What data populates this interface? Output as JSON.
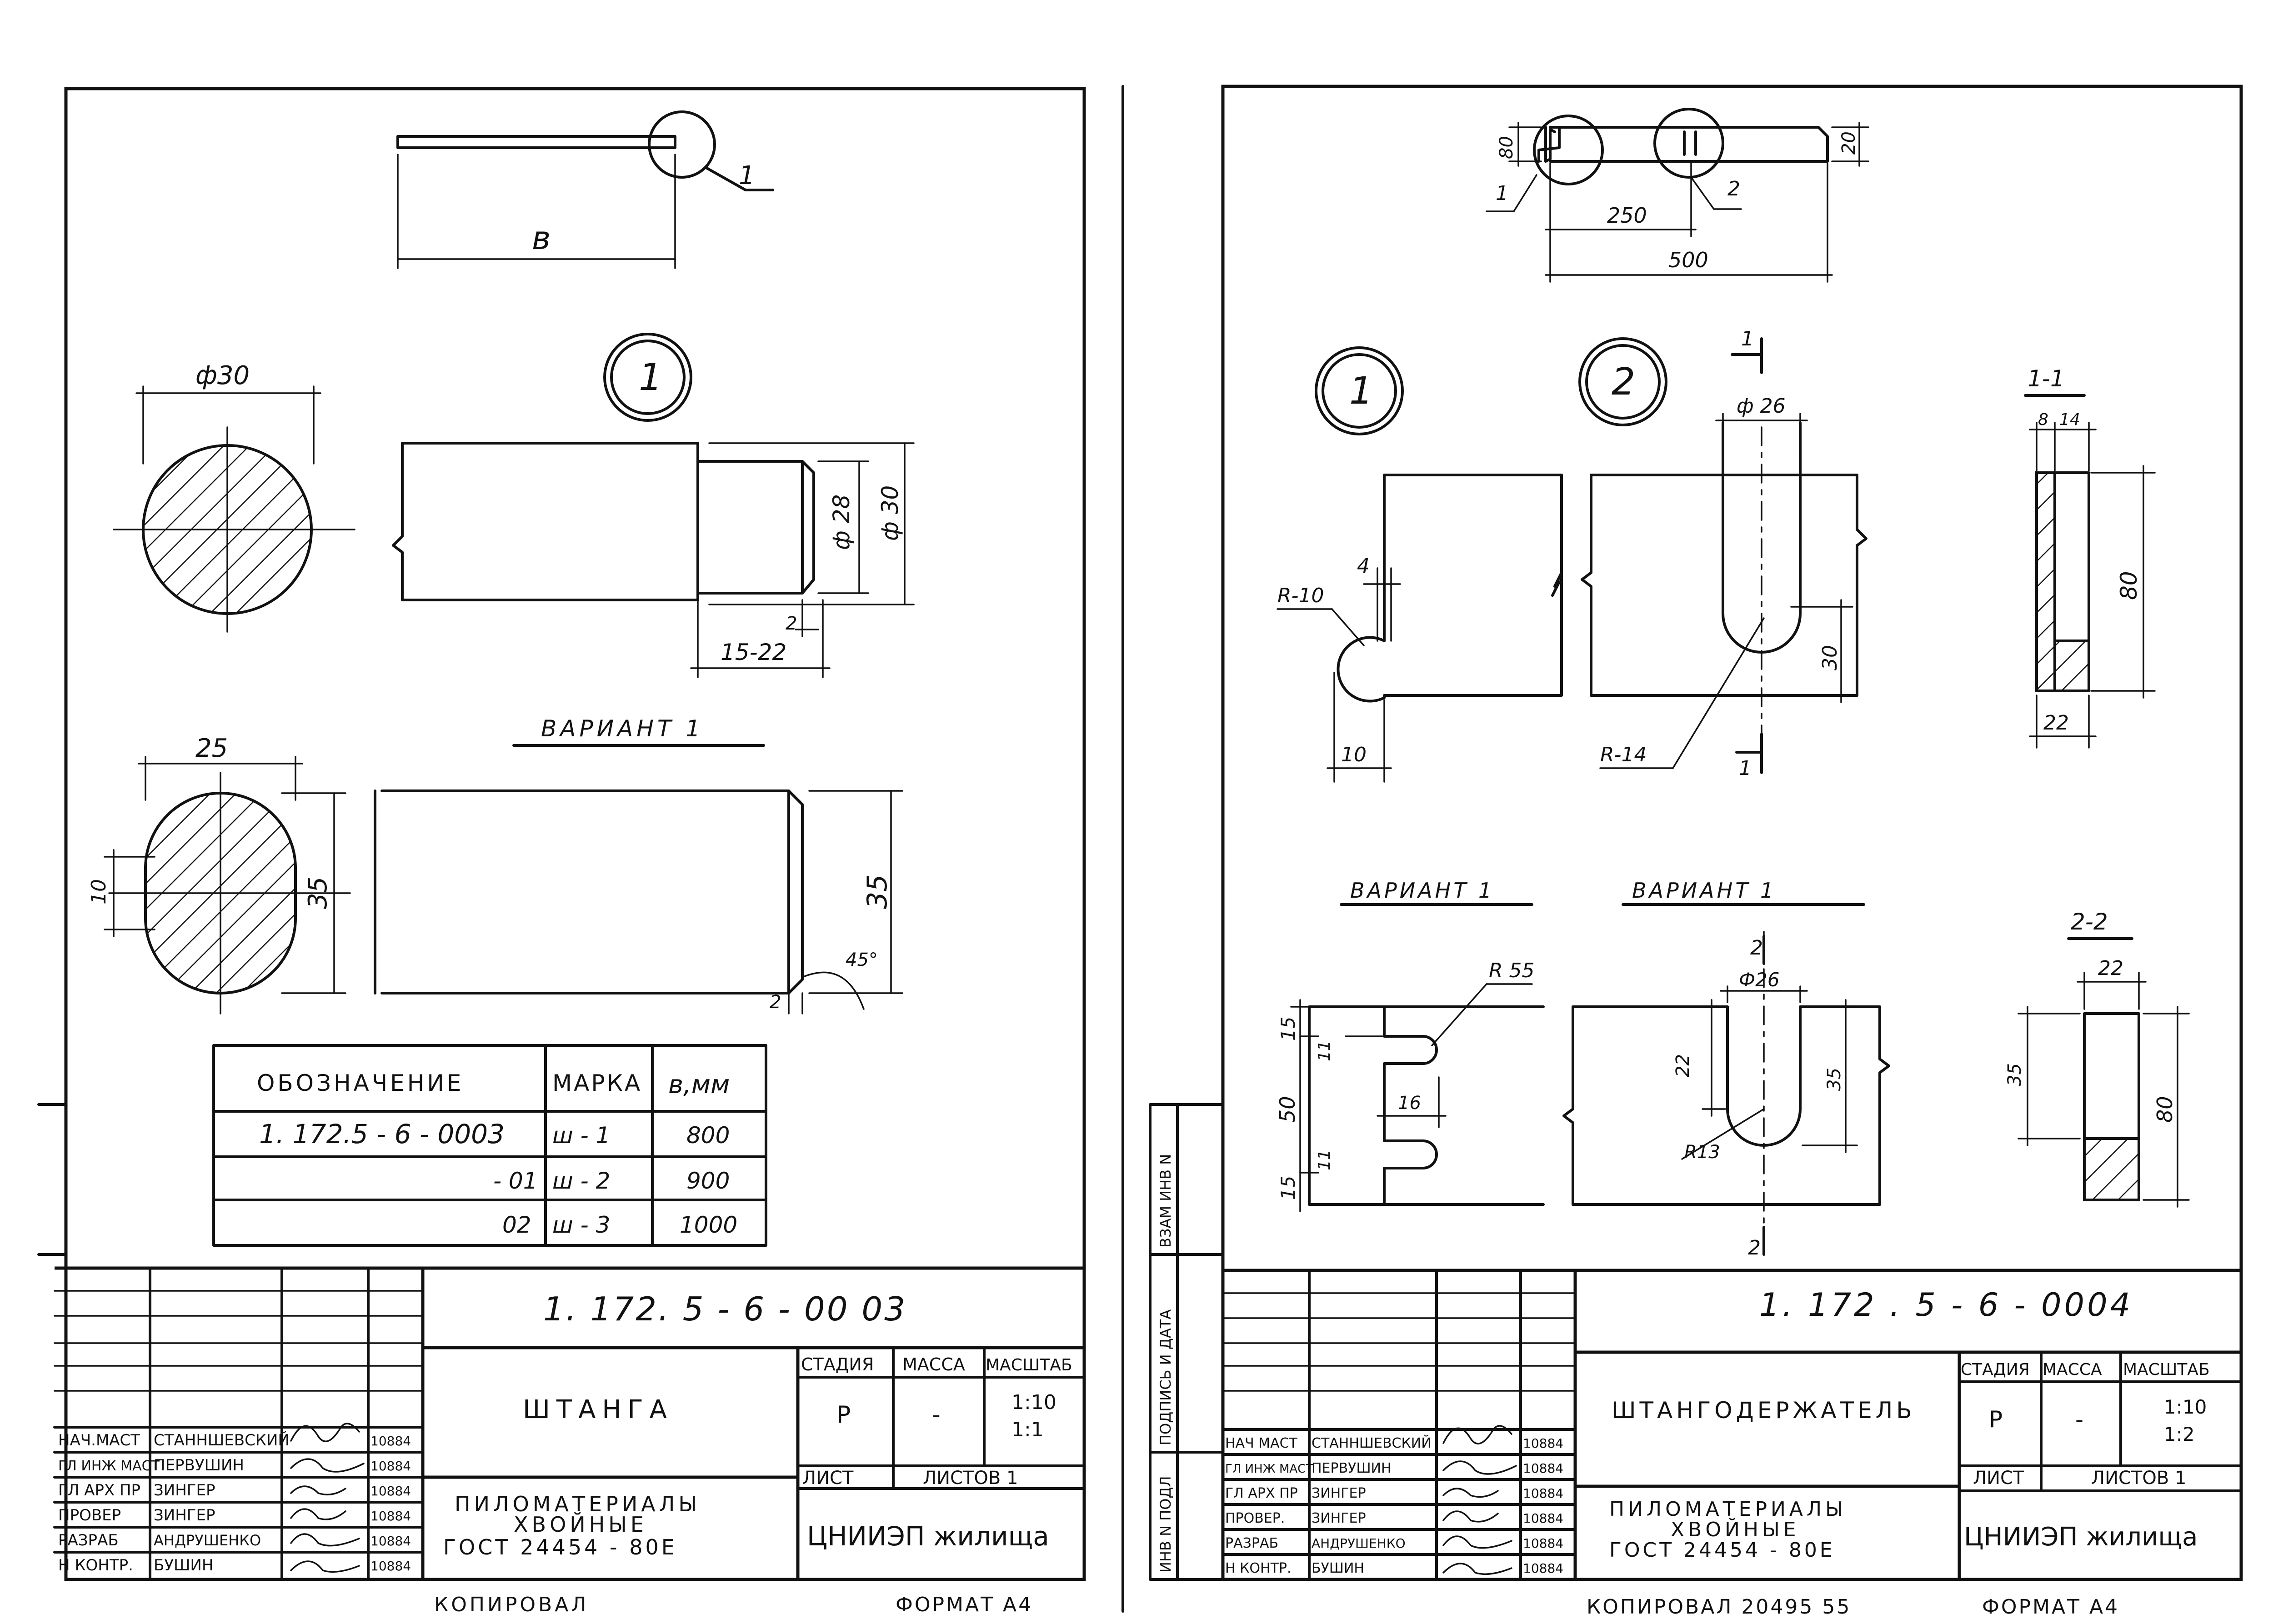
{
  "left_sheet": {
    "leader_1": "1",
    "dim_b": "в",
    "callout_1": "1",
    "dia30_section": "ф30",
    "dia28": "ф 28",
    "dia30_end": "ф 30",
    "dim_2": "2",
    "dim_15_22": "15-22",
    "variant": "ВАРИАНТ 1",
    "oval_width": "25",
    "oval_10": "10",
    "oval_35": "35",
    "side_35": "35",
    "angle": "45°",
    "chamfer_2": "2",
    "table": {
      "headers": [
        "ОБОЗНАЧЕНИЕ",
        "МАРКА",
        "в,мм"
      ],
      "rows": [
        [
          "1. 172.5 - 6 - 0003",
          "ш - 1",
          "800"
        ],
        [
          "- 01",
          "ш - 2",
          "900"
        ],
        [
          "02",
          "ш - 3",
          "1000"
        ]
      ]
    },
    "stamp": {
      "doc_number": "1. 172. 5 - 6 - 00 03",
      "title": "ШТАНГА",
      "stage_h": "СТАДИЯ",
      "mass_h": "МАССА",
      "scale_h": "МАСШТАБ",
      "stage": "Р",
      "mass": "-",
      "scale": "1:10\n1:1",
      "sheet_h": "ЛИСТ",
      "sheets_h": "ЛИСТОВ 1",
      "material": "ПИЛОМАТЕРИАЛЫ\nХВОЙНЫЕ\nГОСТ 24454 - 80Е",
      "org": "ЦНИИЭП жилища",
      "people": [
        [
          "НАЧ.МАСТ",
          "СТАННШЕВСКИЙ",
          "10884"
        ],
        [
          "ГЛ ИНЖ МАСТ",
          "ПЕРВУШИН",
          "10884"
        ],
        [
          "ГЛ АРХ ПР",
          "ЗИНГЕР",
          "10884"
        ],
        [
          "ПРОВЕР",
          "ЗИНГЕР",
          "10884"
        ],
        [
          "РАЗРАБ",
          "АНДРУШЕНКО",
          "10884"
        ],
        [
          "Н КОНТР.",
          "БУШИН",
          "10884"
        ]
      ]
    },
    "bottom_left": "КОПИРОВАЛ",
    "bottom_right": "ФОРМАТ А4"
  },
  "right_sheet": {
    "d80": "80",
    "d20": "20",
    "leader1": "1",
    "leader2": "2",
    "d250": "250",
    "d500": "500",
    "callout1": "1",
    "callout2": "2",
    "cut": "1",
    "dia26": "ф 26",
    "sec11": "1-1",
    "d8": "8",
    "d14": "14",
    "d80b": "80",
    "d22": "22",
    "d4": "4",
    "r10": "R-10",
    "d10": "10",
    "d30": "30",
    "r14": "R-14",
    "cut1b": "1",
    "variant_a": "ВАРИАНТ 1",
    "variant_b": "ВАРИАНТ 1",
    "r55": "R 55",
    "d15a": "15",
    "d11a": "11",
    "d50": "50",
    "d16": "16",
    "d11b": "11",
    "d15b": "15",
    "cut2": "2",
    "dia26b": "Ф26",
    "d22v": "22",
    "d35": "35",
    "r13": "R13",
    "cut2b": "2",
    "sec22": "2-2",
    "d22c": "22",
    "d35c": "35",
    "d80c": "80",
    "side_labels": [
      "ИНВ N ПОДЛ",
      "ПОДПИСЬ И ДАТА",
      "ВЗАМ ИНВ N"
    ],
    "stamp": {
      "doc_number": "1. 172 . 5 - 6 - 0004",
      "title": "ШТАНГОДЕРЖАТЕЛЬ",
      "stage_h": "СТАДИЯ",
      "mass_h": "МАССА",
      "scale_h": "МАСШТАБ",
      "stage": "Р",
      "mass": "-",
      "scale": "1:10\n1:2",
      "sheet_h": "ЛИСТ",
      "sheets_h": "ЛИСТОВ 1",
      "material": "ПИЛОМАТЕРИАЛЫ\nХВОЙНЫЕ\nГОСТ 24454 - 80Е",
      "org": "ЦНИИЭП жилища",
      "people": [
        [
          "НАЧ МАСТ",
          "СТАННШЕВСКИЙ",
          "10884"
        ],
        [
          "ГЛ ИНЖ МАСТ",
          "ПЕРВУШИН",
          "10884"
        ],
        [
          "ГЛ АРХ ПР",
          "ЗИНГЕР",
          "10884"
        ],
        [
          "ПРОВЕР.",
          "ЗИНГЕР",
          "10884"
        ],
        [
          "РАЗРАБ",
          "АНДРУШЕНКО",
          "10884"
        ],
        [
          "Н КОНТР.",
          "БУШИН",
          "10884"
        ]
      ]
    },
    "bottom_left": "КОПИРОВАЛ 20495 55",
    "bottom_right": "ФОРМАТ А4"
  }
}
